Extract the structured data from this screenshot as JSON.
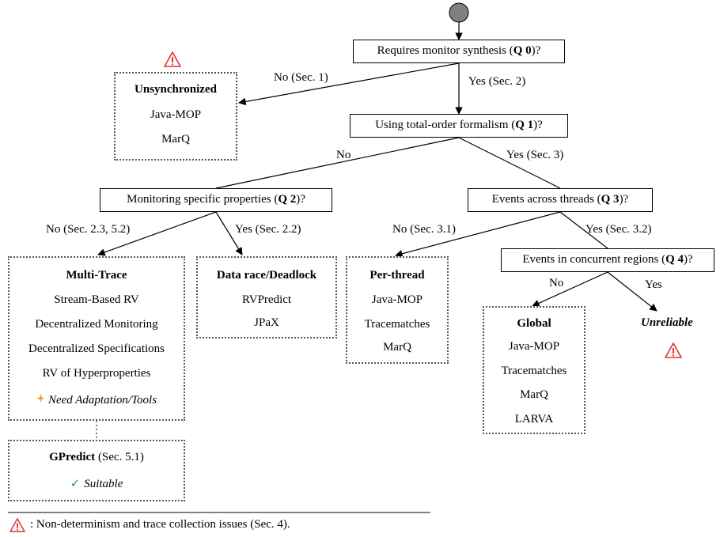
{
  "questions": {
    "q0": {
      "pre": "Requires monitor synthesis (",
      "id": "Q 0",
      "post": ")?"
    },
    "q1": {
      "pre": "Using total-order formalism (",
      "id": "Q 1",
      "post": ")?"
    },
    "q2": {
      "pre": "Monitoring specific properties (",
      "id": "Q 2",
      "post": ")?"
    },
    "q3": {
      "pre": "Events across threads (",
      "id": "Q 3",
      "post": ")?"
    },
    "q4": {
      "pre": "Events in concurrent regions (",
      "id": "Q 4",
      "post": ")?"
    }
  },
  "edges": {
    "q0_no": "No (Sec. 1)",
    "q0_yes": "Yes (Sec. 2)",
    "q1_no": "No",
    "q1_yes": "Yes (Sec. 3)",
    "q2_no": "No (Sec. 2.3, 5.2)",
    "q2_yes": "Yes (Sec. 2.2)",
    "q3_no": "No (Sec. 3.1)",
    "q3_yes": "Yes (Sec. 3.2)",
    "q4_no": "No",
    "q4_yes": "Yes"
  },
  "boxes": {
    "unsync": {
      "title": "Unsynchronized",
      "items": [
        "Java-MOP",
        "MarQ"
      ]
    },
    "multitrace": {
      "title": "Multi-Trace",
      "items": [
        "Stream-Based RV",
        "Decentralized Monitoring",
        "Decentralized Specifications",
        "RV of Hyperproperties"
      ],
      "note": "Need Adaptation/Tools"
    },
    "datarace": {
      "title": "Data race/Deadlock",
      "items": [
        "RVPredict",
        "JPaX"
      ]
    },
    "perthread": {
      "title": "Per-thread",
      "items": [
        "Java-MOP",
        "Tracematches",
        "MarQ"
      ]
    },
    "global": {
      "title": "Global",
      "items": [
        "Java-MOP",
        "Tracematches",
        "MarQ",
        "LARVA"
      ]
    },
    "gpredict": {
      "title": "GPredict",
      "title_suffix": " (Sec. 5.1)",
      "note": "Suitable"
    },
    "unreliable": "Unreliable"
  },
  "legend": {
    "text": ": Non-determinism and trace collection issues (Sec. 4)."
  },
  "icons": {
    "warning": "warning-triangle-icon",
    "star": "star-icon",
    "check": "checkmark-icon"
  },
  "colors": {
    "warning": "#e03030",
    "star": "#f0a020",
    "check": "#2a9a40",
    "start_node": "#808080"
  }
}
